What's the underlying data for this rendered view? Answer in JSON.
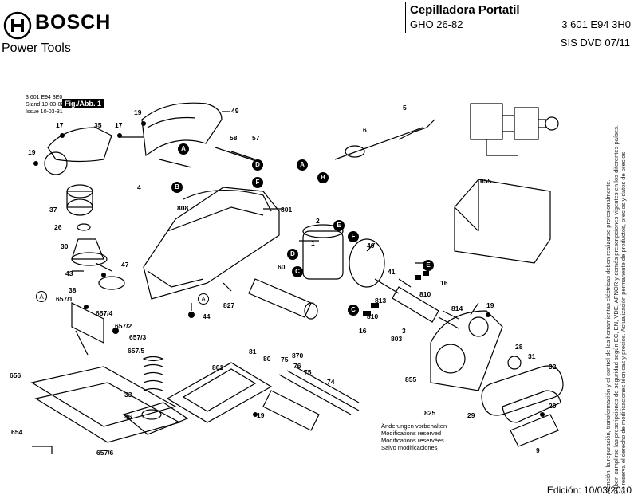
{
  "header": {
    "brand": "BOSCH",
    "subbrand": "Power Tools",
    "title": "Cepilladora Portatil",
    "model": "GHO 26-82",
    "part_number": "3 601 E94 3H0",
    "sis": "SIS DVD 07/11",
    "edition": "Edición: 10/03/2010"
  },
  "stamp": {
    "line1": "3 601 E94 3E0",
    "line2": "Stand   10-03-02",
    "line3": "Issue   10-03-31",
    "fig_label": "Fig./Abb. 1"
  },
  "notes": {
    "line1": "Änderungen vorbehalten",
    "line2": "Modifications reserved",
    "line3": "Modifications reservées",
    "line4": "Salvo modificaciones"
  },
  "side_text": {
    "line1": "Atención: la reparación, transformación y el control de las herramientas eléctricas deben realizarse profesionalmente.",
    "line2": "Deben cumplirse las prescripciones de seguridad según EC, EN, VDE, AFNOR y demás prescripciones vigentes en los diferentes países.",
    "line3": "Se reserva el derecho de modificaciones técnicas y precios. Actualización permanente de productos, precios y datos de precios."
  },
  "part_labels": [
    {
      "id": "19a",
      "text": "19"
    },
    {
      "id": "49",
      "text": "49"
    },
    {
      "id": "17a",
      "text": "17"
    },
    {
      "id": "35",
      "text": "35"
    },
    {
      "id": "17b",
      "text": "17"
    },
    {
      "id": "19b",
      "text": "19"
    },
    {
      "id": "58",
      "text": "58"
    },
    {
      "id": "57",
      "text": "57"
    },
    {
      "id": "5",
      "text": "5"
    },
    {
      "id": "6",
      "text": "6"
    },
    {
      "id": "4",
      "text": "4"
    },
    {
      "id": "808",
      "text": "808"
    },
    {
      "id": "801a",
      "text": "801"
    },
    {
      "id": "37",
      "text": "37"
    },
    {
      "id": "655",
      "text": "655"
    },
    {
      "id": "2",
      "text": "2"
    },
    {
      "id": "26",
      "text": "26"
    },
    {
      "id": "1",
      "text": "1"
    },
    {
      "id": "30",
      "text": "30"
    },
    {
      "id": "40",
      "text": "40"
    },
    {
      "id": "47",
      "text": "47"
    },
    {
      "id": "43",
      "text": "43"
    },
    {
      "id": "60",
      "text": "60"
    },
    {
      "id": "41",
      "text": "41"
    },
    {
      "id": "16a",
      "text": "16"
    },
    {
      "id": "38",
      "text": "38"
    },
    {
      "id": "810a",
      "text": "810"
    },
    {
      "id": "657/1",
      "text": "657/1"
    },
    {
      "id": "827",
      "text": "827"
    },
    {
      "id": "813",
      "text": "813"
    },
    {
      "id": "657/4",
      "text": "657/4"
    },
    {
      "id": "814",
      "text": "814"
    },
    {
      "id": "19c",
      "text": "19"
    },
    {
      "id": "44",
      "text": "44"
    },
    {
      "id": "810b",
      "text": "810"
    },
    {
      "id": "657/2",
      "text": "657/2"
    },
    {
      "id": "16b",
      "text": "16"
    },
    {
      "id": "3",
      "text": "3"
    },
    {
      "id": "657/3",
      "text": "657/3"
    },
    {
      "id": "803",
      "text": "803"
    },
    {
      "id": "657/5",
      "text": "657/5"
    },
    {
      "id": "81",
      "text": "81"
    },
    {
      "id": "80",
      "text": "80"
    },
    {
      "id": "870",
      "text": "870"
    },
    {
      "id": "28",
      "text": "28"
    },
    {
      "id": "31",
      "text": "31"
    },
    {
      "id": "656",
      "text": "656"
    },
    {
      "id": "801b",
      "text": "801"
    },
    {
      "id": "75a",
      "text": "75"
    },
    {
      "id": "76",
      "text": "76"
    },
    {
      "id": "75b",
      "text": "75"
    },
    {
      "id": "74",
      "text": "74"
    },
    {
      "id": "855",
      "text": "855"
    },
    {
      "id": "32",
      "text": "32"
    },
    {
      "id": "33",
      "text": "33"
    },
    {
      "id": "825",
      "text": "825"
    },
    {
      "id": "29",
      "text": "29"
    },
    {
      "id": "20",
      "text": "20"
    },
    {
      "id": "46",
      "text": "46"
    },
    {
      "id": "19d",
      "text": "19"
    },
    {
      "id": "654",
      "text": "654"
    },
    {
      "id": "657/6",
      "text": "657/6"
    },
    {
      "id": "9",
      "text": "9"
    }
  ],
  "callouts": [
    "A",
    "B",
    "A",
    "B",
    "D",
    "F",
    "E",
    "F",
    "D",
    "C",
    "E",
    "C",
    "A",
    "A"
  ]
}
